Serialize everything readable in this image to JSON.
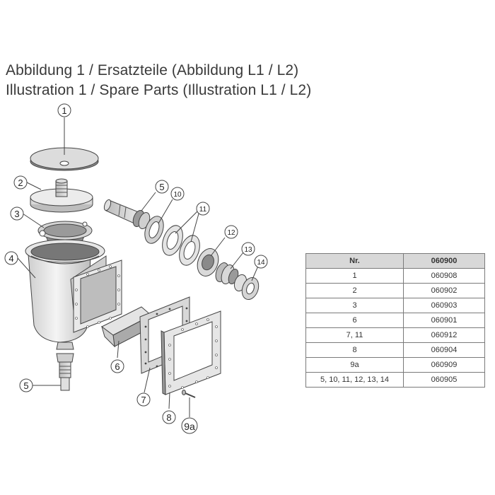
{
  "titles": {
    "line1": "Abbildung 1  / Ersatzteile (Abbildung L1 / L2)",
    "line2": "Illustration 1 / Spare Parts (Illustration L1 / L2)"
  },
  "callouts": [
    "1",
    "2",
    "3",
    "4",
    "5",
    "10",
    "11",
    "12",
    "13",
    "14",
    "6",
    "7",
    "8",
    "5",
    "9a"
  ],
  "table": {
    "headers": [
      "Nr.",
      "060900"
    ],
    "rows": [
      [
        "1",
        "060908"
      ],
      [
        "2",
        "060902"
      ],
      [
        "3",
        "060903"
      ],
      [
        "6",
        "060901"
      ],
      [
        "7, 11",
        "060912"
      ],
      [
        "8",
        "060904"
      ],
      [
        "9a",
        "060909"
      ],
      [
        "5, 10, 11, 12, 13, 14",
        "060905"
      ]
    ]
  },
  "colors": {
    "header_bg": "#d8d8d8",
    "line": "#444444",
    "part_fill": "#e6e6e6"
  }
}
